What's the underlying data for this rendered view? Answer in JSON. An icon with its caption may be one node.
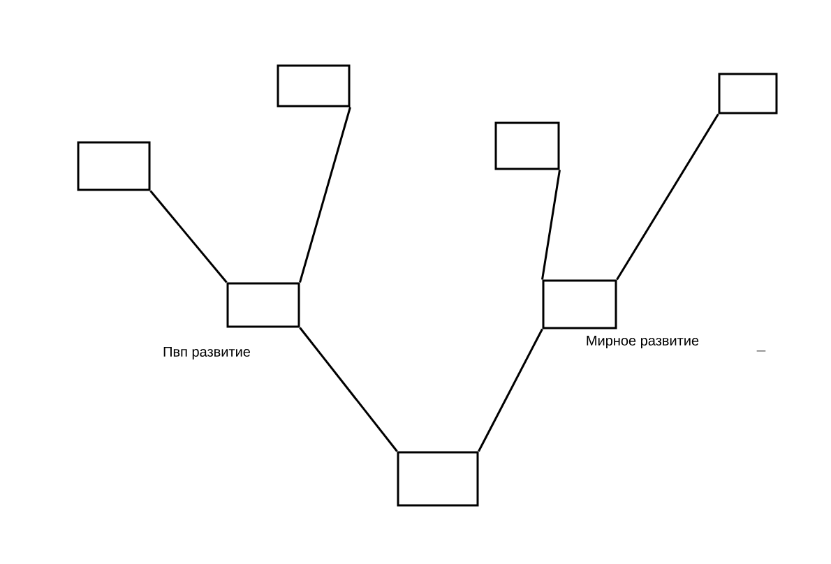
{
  "diagram": {
    "nodes": [
      {
        "text": [],
        "shape": "box"
      },
      {
        "text": [],
        "shape": "box",
        "beside": [
          "Пвп развитие"
        ]
      },
      {
        "text": [],
        "shape": "box"
      },
      {
        "text": [],
        "shape": "box"
      },
      {
        "text": [],
        "shape": "box"
      },
      {
        "text": [],
        "shape": "box",
        "beside": [
          "Мирное развитие"
        ]
      },
      {
        "text": [],
        "shape": "box"
      }
    ],
    "edges": [
      {
        "from": 3,
        "to": 1,
        "arrow": "none"
      },
      {
        "from": 1,
        "to": 0,
        "arrow": "none"
      },
      {
        "from": 1,
        "to": 2,
        "arrow": "none"
      },
      {
        "from": 3,
        "to": 5,
        "arrow": "none"
      },
      {
        "from": 5,
        "to": 4,
        "arrow": "none"
      },
      {
        "from": 5,
        "to": 6,
        "arrow": "none"
      }
    ],
    "labels": [
      "_"
    ]
  }
}
